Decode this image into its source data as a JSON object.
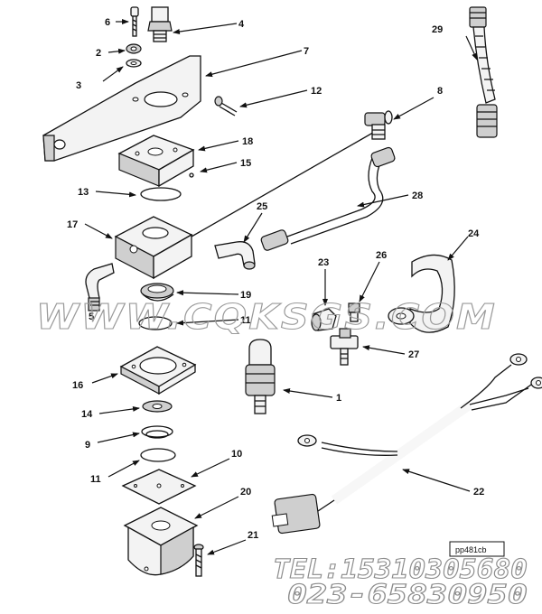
{
  "callouts": {
    "c1": "1",
    "c2": "2",
    "c3": "3",
    "c4": "4",
    "c5": "5",
    "c6": "6",
    "c7": "7",
    "c8": "8",
    "c9": "9",
    "c10": "10",
    "c11a": "11",
    "c11b": "11",
    "c12": "12",
    "c13": "13",
    "c14": "14",
    "c15": "15",
    "c16": "16",
    "c17": "17",
    "c18": "18",
    "c19": "19",
    "c20": "20",
    "c21": "21",
    "c22": "22",
    "c23": "23",
    "c24": "24",
    "c25": "25",
    "c26": "26",
    "c27": "27",
    "c28": "28",
    "c29": "29"
  },
  "drawing_ref": "pp481cb",
  "watermark": {
    "site": "WWW.CQKSGS.COM",
    "tel": "TEL:15310305680",
    "phone": "023-65830950"
  }
}
